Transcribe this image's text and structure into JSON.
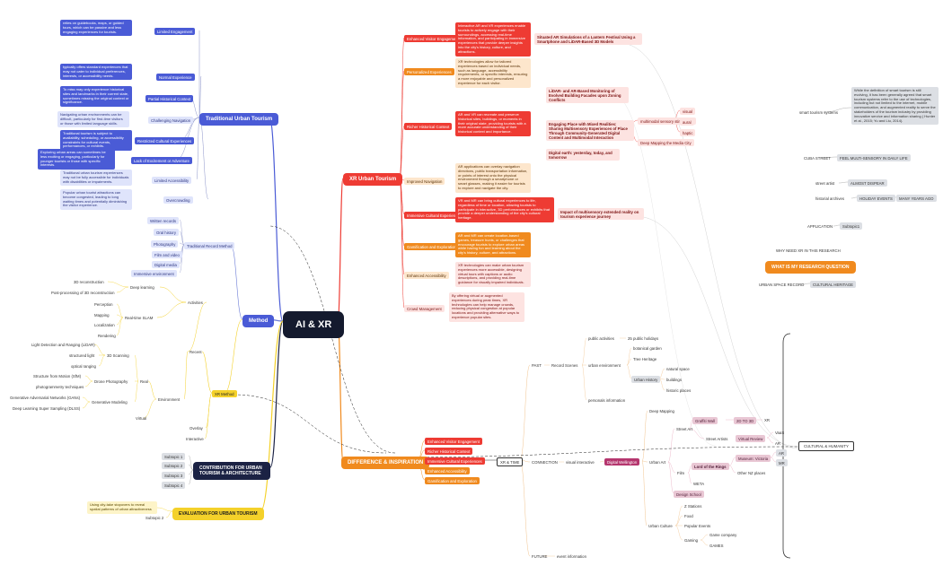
{
  "root": "AI & XR",
  "colors": {
    "traditional": "#4a5bd6",
    "xr": "#ee3b33",
    "method": "#f4d12a",
    "difference": "#f08a1e",
    "past": "#b5366e"
  },
  "traditional": {
    "title": "Traditional Urban Tourism",
    "items": [
      {
        "label": "Limited Engagement",
        "note": "relies on guidebooks, maps, or guided tours, which can be passive and less engaging experiences for tourists."
      },
      {
        "label": "Normal Experience",
        "note": "typically offers standard experiences that may not cater to individual preferences, interests, or accessibility needs."
      },
      {
        "label": "Partial Historical Context",
        "note": "To miss may only experience historical sites and landmarks in their current state, sometimes missing the original context or significance."
      },
      {
        "label": "Challenging Navigation",
        "note": "Navigating urban environments can be difficult, particularly for first-time visitors or those with limited language skills."
      },
      {
        "label": "Restricted Cultural Experiences",
        "note": "Traditional tourism is subject to availability, scheduling, or accessibility constraints for cultural events, performances, or exhibits."
      },
      {
        "label": "Lack of Excitement or Adventure",
        "note": "Exploring urban areas can sometimes be less exciting or engaging, particularly for younger tourists or those with specific interests."
      },
      {
        "label": "Limited Accessibility",
        "note": "Traditional urban tourism experiences may not be fully accessible for individuals with disabilities or impairments."
      },
      {
        "label": "Overcrowding",
        "note": "Popular urban tourist attractions can become congested, leading to long waiting times and potentially diminishing the visitor experience."
      }
    ]
  },
  "xr": {
    "title": "XR Urban Tourism",
    "items": [
      {
        "label": "Enhanced Visitor Engagement",
        "note": "Interactive AR and VR experiences enable tourists to actively engage with their surroundings, accessing real-time information, and participating in immersive experiences that provide deeper insights into the city's history, culture, and attractions."
      },
      {
        "label": "Personalized Experiences",
        "note": "XR technologies allow for tailored experiences based on individual needs, such as language, accessibility requirements, or specific interests, ensuring a more enjoyable and personalized experience for each visitor."
      },
      {
        "label": "Richer Historical Context",
        "note": "AR and VR can recreate and preserve historical sites, buildings, or moments in their original state, providing tourists with a more accurate understanding of their historical context and importance."
      },
      {
        "label": "Improved Navigation",
        "note": "AR applications can overlay navigation directions, public transportation information, or points of interest onto the physical environment through a smartphone or smart glasses, making it easier for tourists to explore and navigate the city."
      },
      {
        "label": "Immersive Cultural Experiences",
        "note": "VR and MR can bring cultural experiences to life, regardless of time or location, allowing tourists to participate in interactive, 3D performances or exhibits that provide a deeper understanding of the city's cultural heritage."
      },
      {
        "label": "Gamification and Exploration",
        "note": "AR and MR can create location-based games, treasure hunts, or challenges that encourage tourists to explore urban areas while having fun and learning about the city's history, culture, and attractions."
      },
      {
        "label": "Enhanced Accessibility",
        "note": "XR technologies can make urban tourism experiences more accessible, designing virtual tours with captions or audio descriptions, and providing real-time guidance for visually impaired individuals."
      },
      {
        "label": "Crowd Management",
        "note": "By offering virtual or augmented experiences during peak times, XR technologies can help manage crowds, reducing physical congestion at popular locations and providing alternative ways to experience popular sites."
      }
    ],
    "papers": [
      "Situated AR Simulations of a Lantern Festival Using a Smartphone and LiDAR-Based 3D Models",
      "LiDAR- and AR-Based Monitoring of Evolved Building Facades upon Zoning Conflicts",
      "Engaging Place with Mixed Realities: Sharing Multisensory Experiences of Place Through Community-Generated Digital Content and Multimodal Interaction",
      "Digital earth: yesterday, today, and tomorrow",
      "Impact of multisensory extended reality on tourism experience journey"
    ],
    "multimodal": "multimodal sensory stimulation",
    "senses": [
      "visual",
      "aural",
      "haptic"
    ],
    "deep_mapping": "Deep Mapping the Media City"
  },
  "right": {
    "smart_tourism": "smart tourism systems",
    "smart_note": "While the definition of smart tourism is still evolving, it has been generally agreed that smart tourism systems refer to the use of technologies, including but not limited to the internet, mobile communication, and augmented reality to serve the stakeholders of the tourism industry by providing innovative service and information sharing ( Hunter et al., 2015; Yu and Liu, 2014).",
    "cuba_street": "CUBA STREET",
    "feel": "FEEL MULTI-SENSORY IN DAILY LIFE",
    "street_artist": "street artist",
    "almost_disappear": "ALMOST DISPEAR",
    "historial_archives": "historial archives",
    "holiday_events": "HOLIDAY EVENTS",
    "many_years": "MANY YEARS AGO",
    "application": "APPLICATION",
    "subtopic1": "Subtopic1",
    "why_xr": "WHY NEED XR IN THIS RESEARCH",
    "research_question": "WHAT IS MY RESEARCH QUESTION",
    "urban_space_record": "URBAN SPACE RECORD",
    "cultural_heritage": "CULTURAL HERITAGE"
  },
  "method": {
    "title": "Method",
    "traditional_record": "Traditional Record Method",
    "records": [
      "Written records",
      "Oral history",
      "Photography",
      "Film and video",
      "Digital media",
      "Immersive environment"
    ],
    "xr_method": "XR Method",
    "recent": "Recent",
    "activities": "Activities",
    "deep_learning": "Deep learning",
    "dl_items": [
      "3D reconstruction",
      "Post-processing of 3D reconstruction"
    ],
    "slam": "Real-time SLAM",
    "slam_items": [
      "Perception",
      "Mapping",
      "Localization",
      "Rendering"
    ],
    "environment": "Environment",
    "real": "Real",
    "scanning": "3D Scanning",
    "scan_items": [
      "Light Detection and Ranging (LiDAR)",
      "structured light",
      "optical ranging"
    ],
    "drone": "Drone Photography",
    "drone_items": [
      "Structure from Motion (SfM)",
      "photogrammetry techniques"
    ],
    "generative": "Generative Modeling",
    "gen_items": [
      "Generative Adversarial Networks (GANs)",
      "Deep Learning Super Sampling (DLSS)"
    ],
    "virtual": "Virtual",
    "overlay": "Overlay",
    "interactive": "Interactive"
  },
  "contribution": {
    "title": "CONTRIBUTION FOR URBAN TOURISM & ARCHITECTURE",
    "subtopics": [
      "Subtopic 1",
      "Subtopic 2",
      "Subtopic 3",
      "Subtopic 4"
    ]
  },
  "evaluation": {
    "title": "EVALUATION FOR URBAN TOURISM",
    "note": "Using city-take stopovers to reveal spatial patterns of urban attractiveness",
    "subtopic": "Subtopic 2"
  },
  "difference": {
    "title": "DIFFERENCE & INSPIRATION",
    "items": [
      "Enhanced Visitor Engagement",
      "Richer Historical Context",
      "Immersive Cultural Experiences",
      "Enhanced Accessibility",
      "Gamification and Exploration"
    ]
  },
  "time": {
    "xr_time": "XR & TIME",
    "past": "PAST",
    "record_scenes": "Record Scenes",
    "public_activities": "public activities",
    "public_holidays": "25 public holidays",
    "urban_environment": "urban environment",
    "botanical_garden": "botanical garden",
    "tree_heritage": "Tree Heritage",
    "urban_history": "Urban History",
    "history_items": [
      "natural space",
      "buildings",
      "historic places"
    ],
    "personal_info": "personals information",
    "connection": "CONNECTION",
    "visual_interactive": "visual interactive",
    "digital_wellington": "Digital Wellington",
    "deep_mapping": "Deep Mapping",
    "urban_art": "Urban Art",
    "street_art": "Street Art",
    "graffiti": "Graffiti Wall",
    "twod": "2D TO 3D",
    "xr_tag": "XR",
    "street_artists": "Street Artists",
    "virtual_review": "Virtual Review",
    "vr_items": [
      "VaaS",
      "AR"
    ],
    "film": "Film",
    "lotr": "Lord of the Rings",
    "museum": "Museum: Victoria",
    "ar_mr": [
      "AR",
      "MR"
    ],
    "other_nz": "Other NZ places",
    "weta": "WETA",
    "design_school": "Design School",
    "urban_culture": "Urban Culture",
    "culture_items": [
      "Z Stations",
      "Food",
      "Popular Events",
      "Gaming"
    ],
    "gaming_items": [
      "Game company",
      "GAMES"
    ],
    "future": "FUTURE",
    "event_info": "event information",
    "cultural_humanity": "CULTURAL & HUMANITY"
  }
}
